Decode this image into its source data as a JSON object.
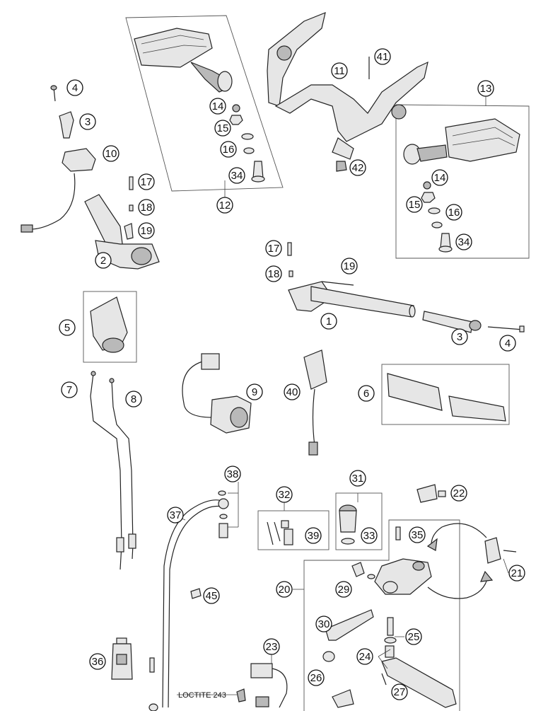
{
  "callouts": [
    "4",
    "3",
    "10",
    "17",
    "18",
    "19",
    "2",
    "14",
    "15",
    "16",
    "34",
    "12",
    "11",
    "41",
    "42",
    "13",
    "14",
    "15",
    "16",
    "34",
    "17",
    "18",
    "19",
    "1",
    "3",
    "4",
    "5",
    "7",
    "8",
    "9",
    "40",
    "6",
    "38",
    "37",
    "32",
    "39",
    "31",
    "33",
    "22",
    "35",
    "21",
    "45",
    "20",
    "29",
    "30",
    "25",
    "24",
    "23",
    "26",
    "27",
    "36"
  ],
  "labels": {
    "loctite": "LOCTITE 243"
  },
  "colors": {
    "line": "#222222",
    "part_fill": "#e6e6e6",
    "callout_fill": "#ffffff"
  }
}
